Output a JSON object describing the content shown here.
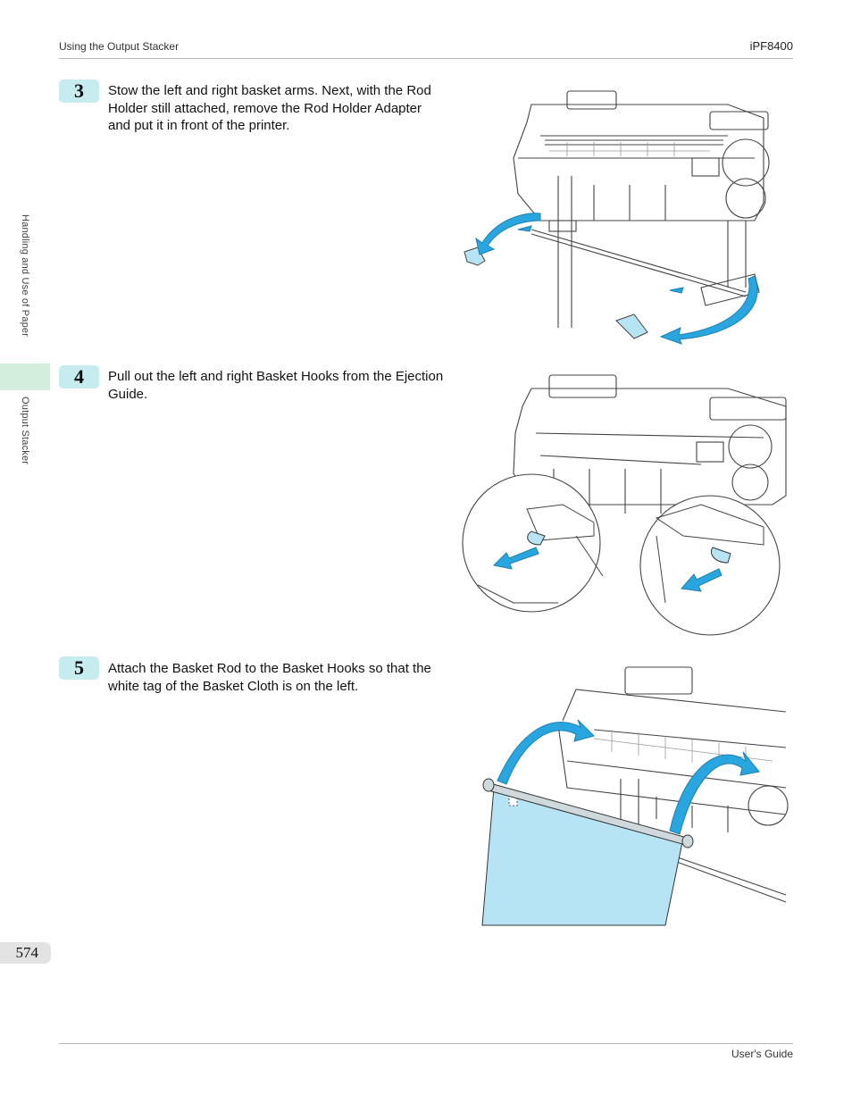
{
  "header": {
    "section": "Using the Output Stacker",
    "model": "iPF8400"
  },
  "side": {
    "chapter": "Handling and Use of Paper",
    "section": "Output Stacker"
  },
  "steps": [
    {
      "number": "3",
      "text": "Stow the left and right basket arms. Next, with the Rod Holder still attached, remove the Rod Holder Adapter and put it in front of the printer."
    },
    {
      "number": "4",
      "text": "Pull out the left and right Basket Hooks from the Ejection Guide."
    },
    {
      "number": "5",
      "text": "Attach the Basket Rod to the Basket Hooks so that the white tag of the Basket Cloth is on the left."
    }
  ],
  "footer": {
    "page_number": "574",
    "guide": "User's Guide"
  },
  "colors": {
    "accent_arrow": "#29a6df",
    "step_badge": "#c7ecef",
    "side_highlight": "#d3eedc",
    "cloth": "#b7e4f5"
  }
}
